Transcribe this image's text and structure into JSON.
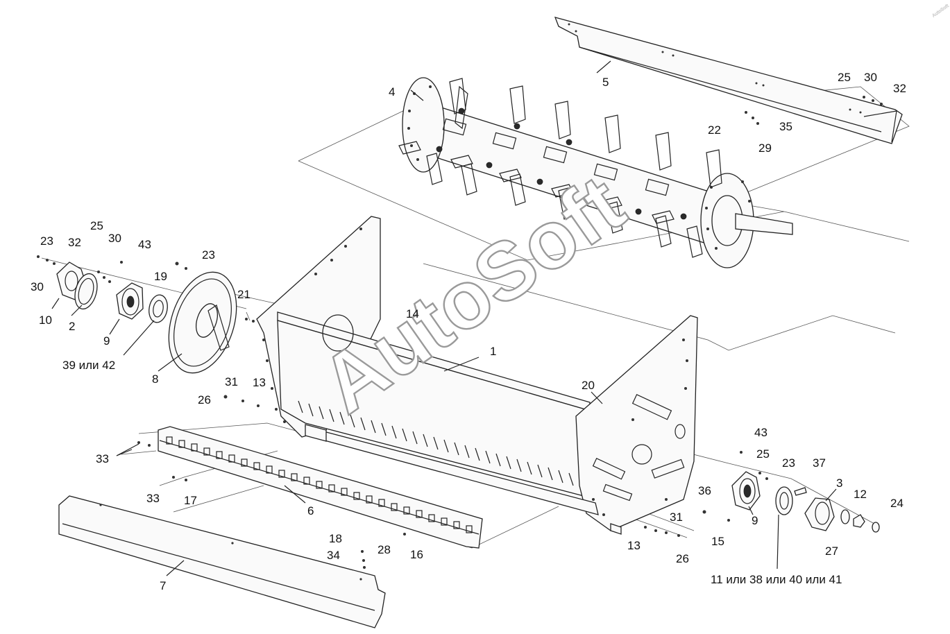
{
  "watermark": {
    "main": "AutoSoft",
    "secondary": "AutoSoft"
  },
  "callouts": [
    {
      "id": "c1",
      "text": "1"
    },
    {
      "id": "c2",
      "text": "2"
    },
    {
      "id": "c3",
      "text": "3"
    },
    {
      "id": "c4",
      "text": "4"
    },
    {
      "id": "c5",
      "text": "5"
    },
    {
      "id": "c6",
      "text": "6"
    },
    {
      "id": "c7",
      "text": "7"
    },
    {
      "id": "c8",
      "text": "8"
    },
    {
      "id": "c9a",
      "text": "9"
    },
    {
      "id": "c9b",
      "text": "9"
    },
    {
      "id": "c10",
      "text": "10"
    },
    {
      "id": "c12",
      "text": "12"
    },
    {
      "id": "c13a",
      "text": "13"
    },
    {
      "id": "c13b",
      "text": "13"
    },
    {
      "id": "c14",
      "text": "14"
    },
    {
      "id": "c15",
      "text": "15"
    },
    {
      "id": "c16",
      "text": "16"
    },
    {
      "id": "c17",
      "text": "17"
    },
    {
      "id": "c18",
      "text": "18"
    },
    {
      "id": "c19",
      "text": "19"
    },
    {
      "id": "c20",
      "text": "20"
    },
    {
      "id": "c21",
      "text": "21"
    },
    {
      "id": "c22",
      "text": "22"
    },
    {
      "id": "c23a",
      "text": "23"
    },
    {
      "id": "c23b",
      "text": "23"
    },
    {
      "id": "c23c",
      "text": "23"
    },
    {
      "id": "c24",
      "text": "24"
    },
    {
      "id": "c25a",
      "text": "25"
    },
    {
      "id": "c25b",
      "text": "25"
    },
    {
      "id": "c25c",
      "text": "25"
    },
    {
      "id": "c26a",
      "text": "26"
    },
    {
      "id": "c26b",
      "text": "26"
    },
    {
      "id": "c27",
      "text": "27"
    },
    {
      "id": "c28",
      "text": "28"
    },
    {
      "id": "c29",
      "text": "29"
    },
    {
      "id": "c30a",
      "text": "30"
    },
    {
      "id": "c30b",
      "text": "30"
    },
    {
      "id": "c30c",
      "text": "30"
    },
    {
      "id": "c31a",
      "text": "31"
    },
    {
      "id": "c31b",
      "text": "31"
    },
    {
      "id": "c32a",
      "text": "32"
    },
    {
      "id": "c32b",
      "text": "32"
    },
    {
      "id": "c33a",
      "text": "33"
    },
    {
      "id": "c33b",
      "text": "33"
    },
    {
      "id": "c34",
      "text": "34"
    },
    {
      "id": "c35",
      "text": "35"
    },
    {
      "id": "c36",
      "text": "36"
    },
    {
      "id": "c37",
      "text": "37"
    },
    {
      "id": "c43a",
      "text": "43"
    },
    {
      "id": "c43b",
      "text": "43"
    },
    {
      "id": "cAlt1",
      "text": "39 или 42"
    },
    {
      "id": "cAlt2",
      "text": "11 или 38 или 40 или 41"
    }
  ],
  "colors": {
    "line": "#222222",
    "watermark_outline": "#9a9a9a",
    "background": "#ffffff"
  }
}
